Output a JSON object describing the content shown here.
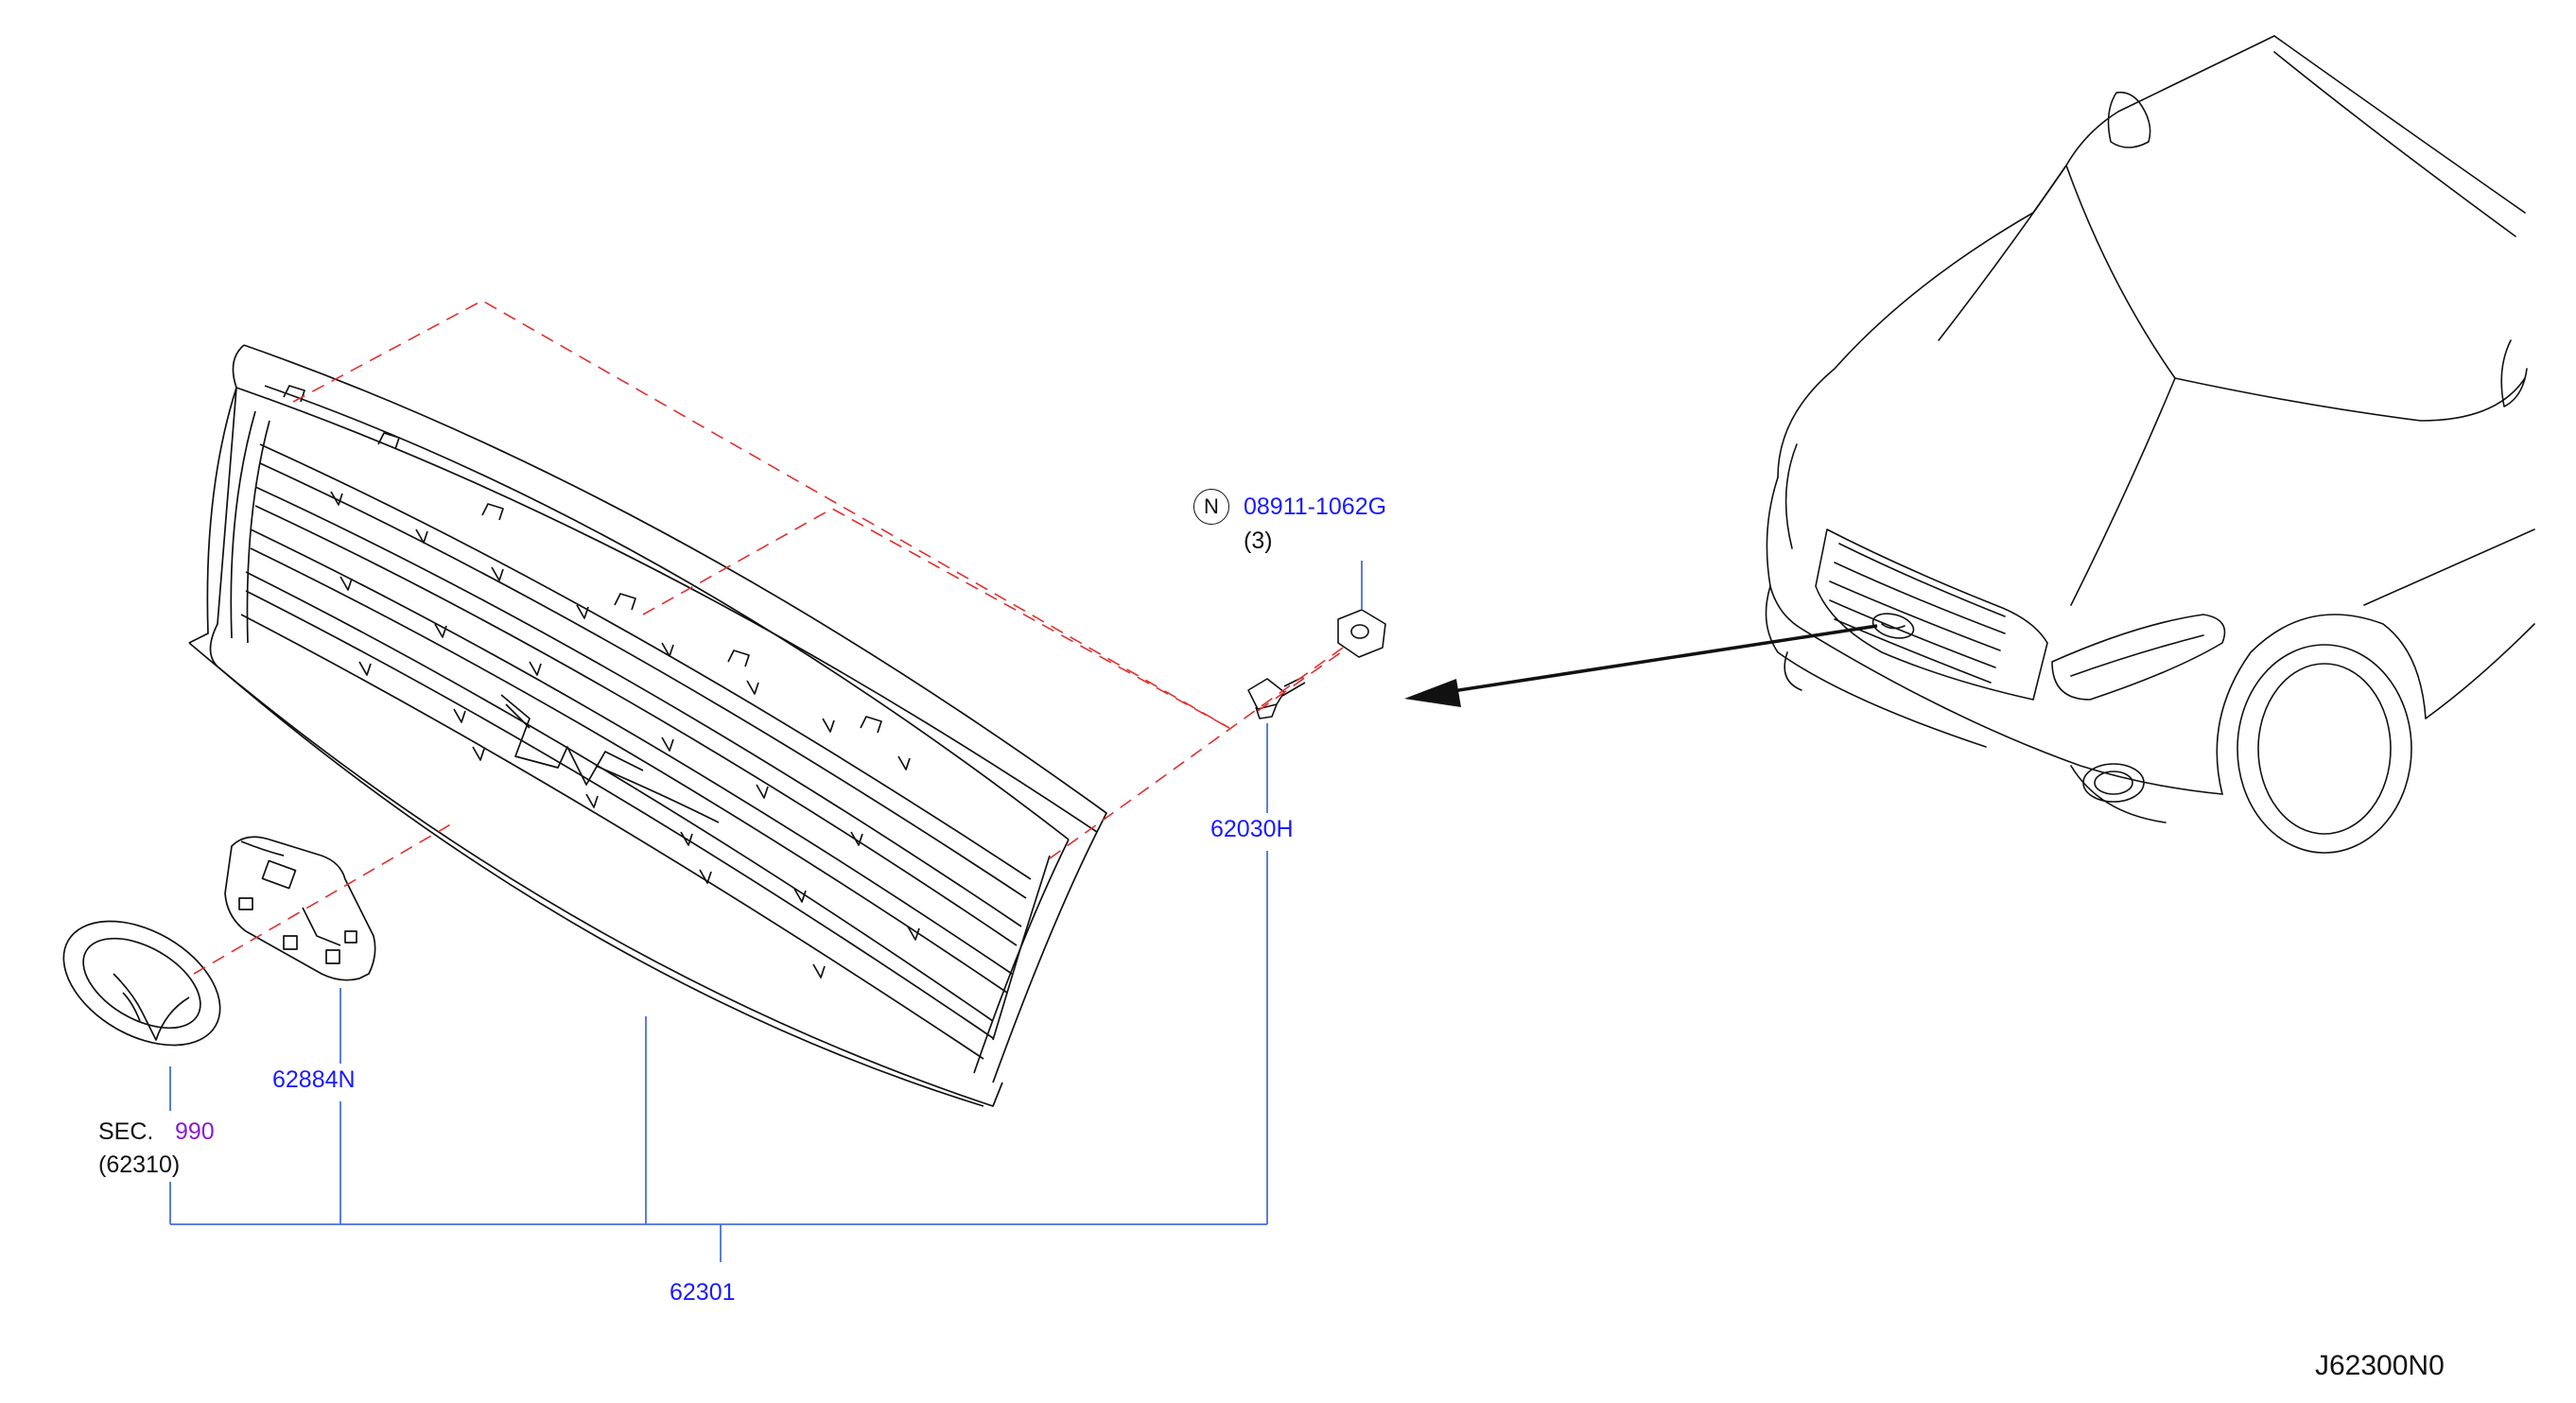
{
  "callouts": {
    "grille": "62301",
    "emblem_base": "62884N",
    "clip": "62030H",
    "nut_part": "08911-1062G",
    "nut_qty": "(3)",
    "nut_marker": "N",
    "emblem_sec_prefix": "SEC.",
    "emblem_sec_number": "990",
    "emblem_sec_ref": "(62310)"
  },
  "diagram_code": "J62300N0",
  "colors": {
    "outline": "#111111",
    "part_number": "#1a1aff",
    "section_link": "#8a1ad6",
    "leader_line": "#4a6fd4",
    "dashed_guide": "#e03030"
  }
}
